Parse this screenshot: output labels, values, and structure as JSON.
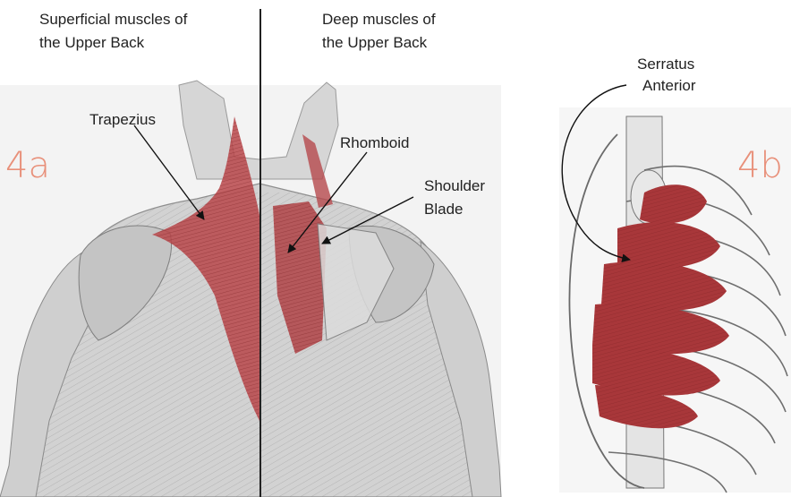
{
  "left_panel": {
    "heading_line1": "Superficial muscles of",
    "heading_line2": "the Upper Back",
    "figure_tag": "4a",
    "labels": {
      "trapezius": "Trapezius"
    }
  },
  "middle_panel": {
    "heading_line1": "Deep muscles of",
    "heading_line2": "the Upper Back",
    "labels": {
      "rhomboid": "Rhomboid",
      "shoulder_blade_line1": "Shoulder",
      "shoulder_blade_line2": "Blade"
    }
  },
  "right_panel": {
    "figure_tag": "4b",
    "labels": {
      "serratus_line1": "Serratus",
      "serratus_line2": "Anterior"
    }
  },
  "colors": {
    "muscle_red": "#a8373a",
    "muscle_light": "#d98a86",
    "skin_gray": "#c9c9c9",
    "line_gray": "#8a8a8a",
    "tag_color": "#e8907a",
    "text": "#222222"
  }
}
